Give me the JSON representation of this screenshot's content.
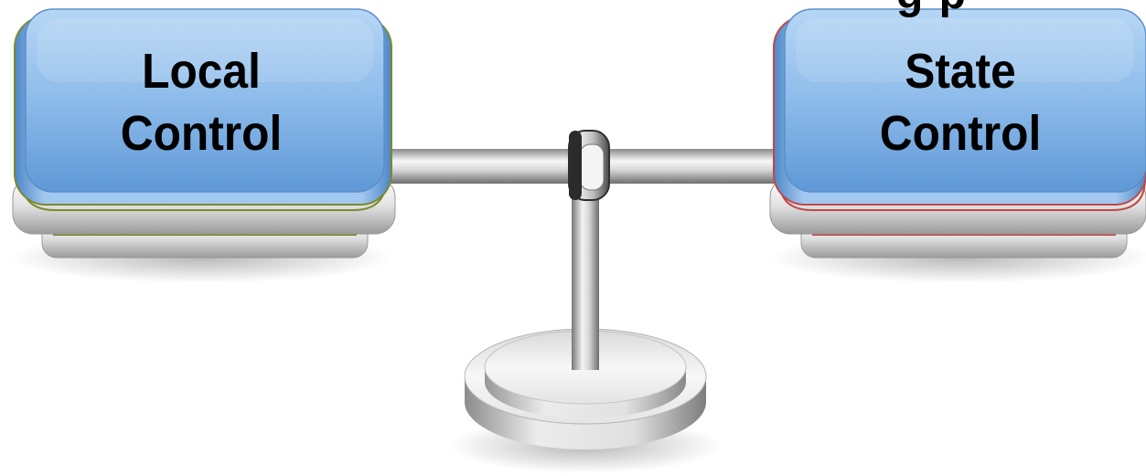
{
  "heading_fragment": "g  p",
  "left_pan": {
    "line1": "Local",
    "line2": "Control",
    "accent": "#7a8a2e"
  },
  "right_pan": {
    "line1": "State",
    "line2": "Control",
    "accent": "#c04848"
  },
  "colors": {
    "plate_blue": "#6fa6de",
    "plate_blue_light": "#a9cdf2",
    "metal_light": "#f2f2f2",
    "metal_dark": "#8f8f8f"
  }
}
